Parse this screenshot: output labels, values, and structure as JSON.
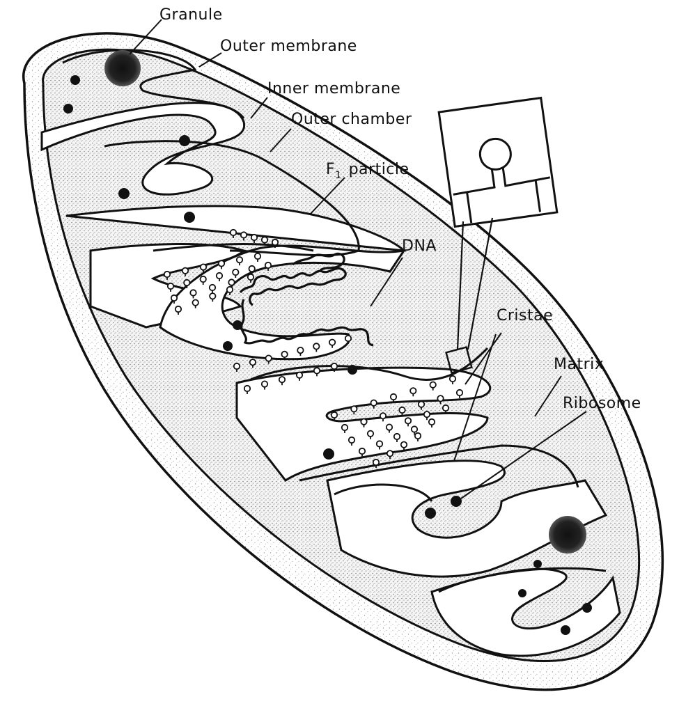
{
  "labels": {
    "granule": "Granule",
    "outer_membrane": "Outer membrane",
    "inner_membrane": "Inner membrane",
    "outer_chamber": "Outer chamber",
    "f1_particle_main": "F",
    "f1_particle_sub": "1",
    "f1_particle_rest": "particle",
    "dna": "DNA",
    "cristae": "Cristae",
    "matrix": "Matrix",
    "ribosome": "Ribosome"
  },
  "colors": {
    "ink": "#111111",
    "paper": "#ffffff",
    "stipple_light": "#bdbdbd",
    "stipple_dark": "#8a8a8a"
  }
}
